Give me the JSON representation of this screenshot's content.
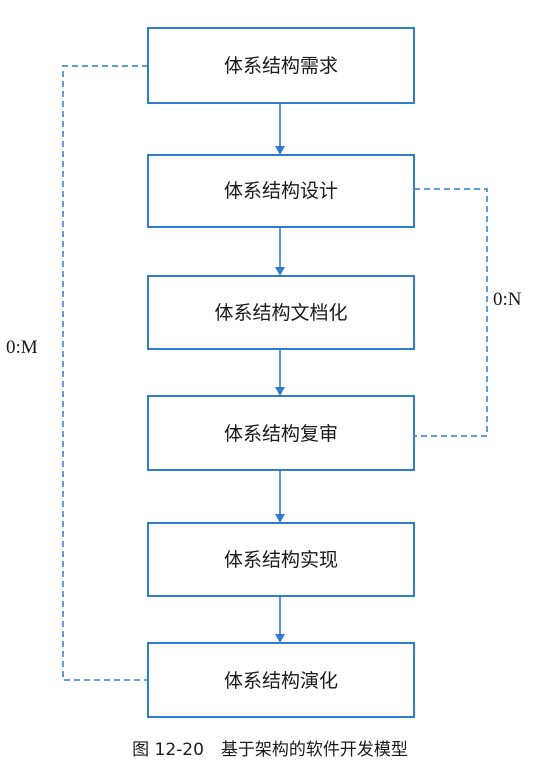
{
  "diagram": {
    "steps": [
      {
        "label": "体系结构需求"
      },
      {
        "label": "体系结构设计"
      },
      {
        "label": "体系结构文档化"
      },
      {
        "label": "体系结构复审"
      },
      {
        "label": "体系结构实现"
      },
      {
        "label": "体系结构演化"
      }
    ],
    "loop_m_label": "0:M",
    "loop_n_label": "0:N",
    "colors": {
      "accent": "#2f7dcc",
      "text": "#1a1a1a"
    }
  },
  "caption": "图 12-20　基于架构的软件开发模型"
}
